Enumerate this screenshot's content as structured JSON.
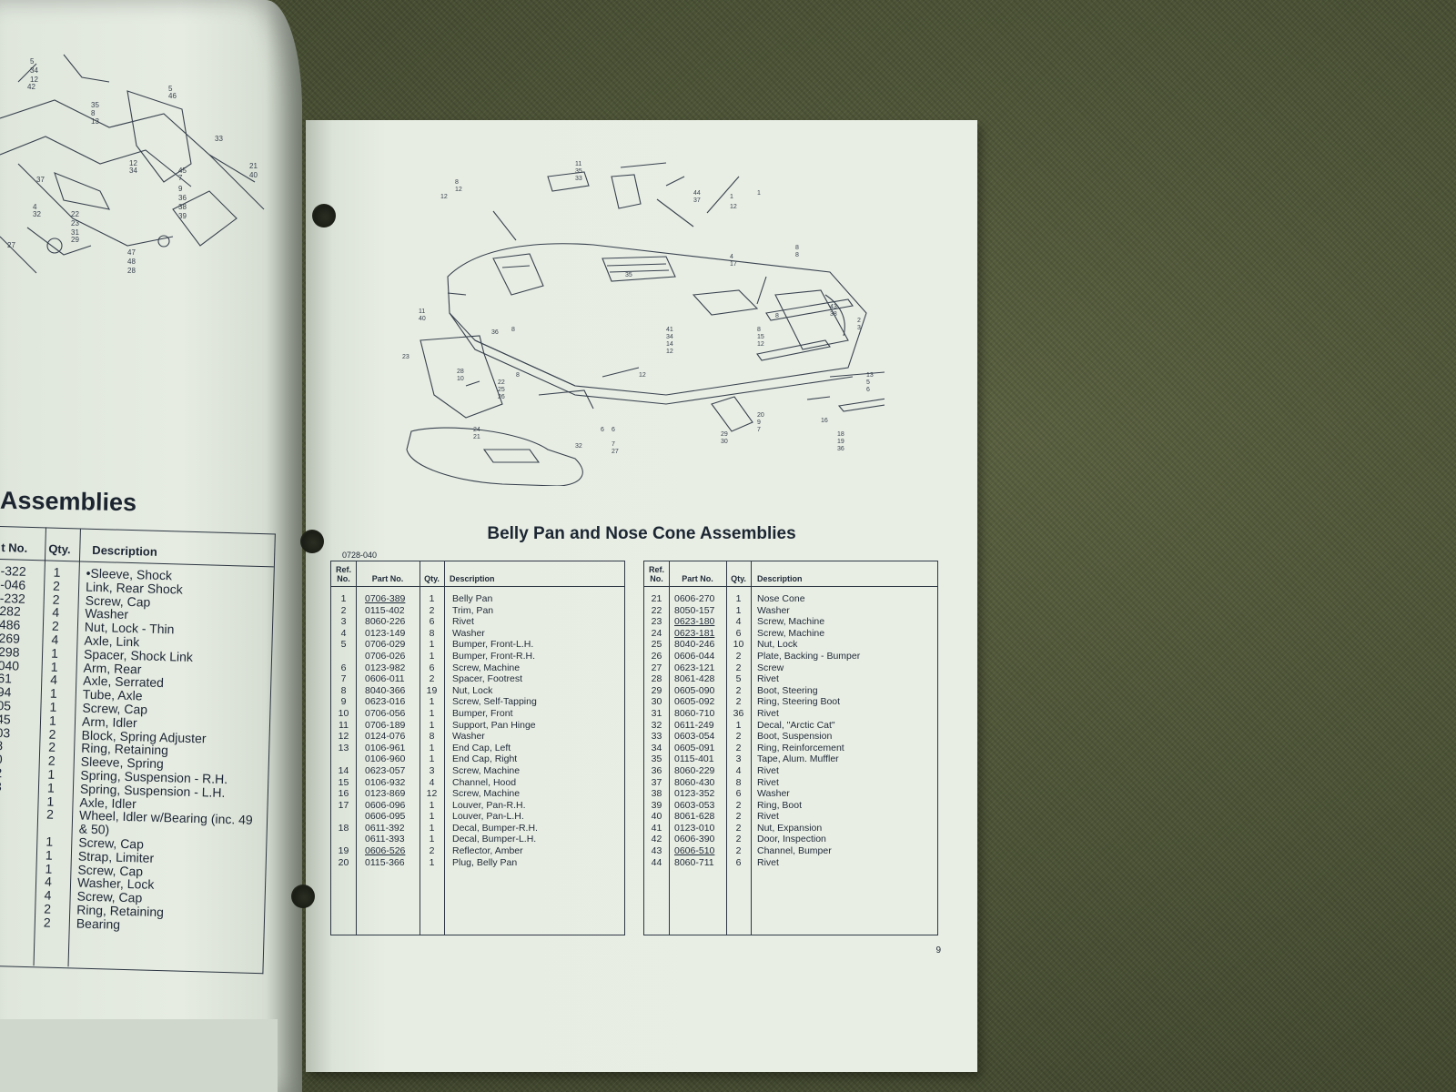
{
  "left_page": {
    "heading": "Assemblies",
    "headers": {
      "part_no": "t No.",
      "qty": "Qty.",
      "description": "Description"
    },
    "rows": [
      {
        "part": "-322",
        "qty": "1",
        "desc": "•Sleeve, Shock"
      },
      {
        "part": "-046",
        "qty": "2",
        "desc": "Link, Rear Shock"
      },
      {
        "part": "-232",
        "qty": "2",
        "desc": "Screw, Cap"
      },
      {
        "part": "282",
        "qty": "4",
        "desc": "Washer"
      },
      {
        "part": "486",
        "qty": "2",
        "desc": "Nut, Lock - Thin"
      },
      {
        "part": "269",
        "qty": "4",
        "desc": "Axle, Link"
      },
      {
        "part": "298",
        "qty": "1",
        "desc": "Spacer, Shock Link"
      },
      {
        "part": "040",
        "qty": "1",
        "desc": "Arm, Rear"
      },
      {
        "part": "61",
        "qty": "4",
        "desc": "Axle, Serrated"
      },
      {
        "part": "94",
        "qty": "1",
        "desc": "Tube, Axle"
      },
      {
        "part": "05",
        "qty": "1",
        "desc": "Screw, Cap"
      },
      {
        "part": "45",
        "qty": "1",
        "desc": "Arm, Idler"
      },
      {
        "part": "03",
        "qty": "2",
        "desc": "Block, Spring Adjuster"
      },
      {
        "part": "8",
        "qty": "2",
        "desc": "Ring, Retaining"
      },
      {
        "part": "0",
        "qty": "2",
        "desc": "Sleeve, Spring"
      },
      {
        "part": "2",
        "qty": "1",
        "desc": "Spring, Suspension - R.H."
      },
      {
        "part": "3",
        "qty": "1",
        "desc": "Spring, Suspension - L.H."
      },
      {
        "part": "",
        "qty": "1",
        "desc": "Axle, Idler"
      },
      {
        "part": "",
        "qty": "2",
        "desc": "Wheel, Idler w/Bearing (inc. 49"
      },
      {
        "part": "",
        "qty": "",
        "desc": "& 50)"
      },
      {
        "part": "",
        "qty": "1",
        "desc": "Screw, Cap"
      },
      {
        "part": "",
        "qty": "1",
        "desc": "Strap, Limiter"
      },
      {
        "part": "",
        "qty": "1",
        "desc": "Screw, Cap"
      },
      {
        "part": "",
        "qty": "4",
        "desc": "Washer, Lock"
      },
      {
        "part": "",
        "qty": "4",
        "desc": "Screw, Cap"
      },
      {
        "part": "",
        "qty": "2",
        "desc": "Ring, Retaining"
      },
      {
        "part": "",
        "qty": "2",
        "desc": "Bearing"
      }
    ]
  },
  "right_page": {
    "title": "Belly Pan and Nose Cone Assemblies",
    "diagram_code": "0728-040",
    "page_number": "9",
    "headers": {
      "ref": "Ref. No.",
      "part_no": "Part No.",
      "qty": "Qty.",
      "description": "Description"
    },
    "table_left": [
      {
        "ref": "1",
        "part": "0706-389",
        "underline": true,
        "qty": "1",
        "desc": "Belly Pan"
      },
      {
        "ref": "2",
        "part": "0115-402",
        "underline": false,
        "qty": "2",
        "desc": "Trim, Pan"
      },
      {
        "ref": "3",
        "part": "8060-226",
        "underline": false,
        "qty": "6",
        "desc": "Rivet"
      },
      {
        "ref": "4",
        "part": "0123-149",
        "underline": false,
        "qty": "8",
        "desc": "Washer"
      },
      {
        "ref": "5",
        "part": "0706-029",
        "underline": false,
        "qty": "1",
        "desc": "Bumper, Front-L.H."
      },
      {
        "ref": "",
        "part": "0706-026",
        "underline": false,
        "qty": "1",
        "desc": "Bumper, Front-R.H."
      },
      {
        "ref": "6",
        "part": "0123-982",
        "underline": false,
        "qty": "6",
        "desc": "Screw, Machine"
      },
      {
        "ref": "7",
        "part": "0606-011",
        "underline": false,
        "qty": "2",
        "desc": "Spacer, Footrest"
      },
      {
        "ref": "8",
        "part": "8040-366",
        "underline": false,
        "qty": "19",
        "desc": "Nut, Lock"
      },
      {
        "ref": "9",
        "part": "0623-016",
        "underline": false,
        "qty": "1",
        "desc": "Screw, Self-Tapping"
      },
      {
        "ref": "10",
        "part": "0706-056",
        "underline": false,
        "qty": "1",
        "desc": "Bumper, Front"
      },
      {
        "ref": "11",
        "part": "0706-189",
        "underline": false,
        "qty": "1",
        "desc": "Support, Pan Hinge"
      },
      {
        "ref": "12",
        "part": "0124-076",
        "underline": false,
        "qty": "8",
        "desc": "Washer"
      },
      {
        "ref": "13",
        "part": "0106-961",
        "underline": false,
        "qty": "1",
        "desc": "End Cap, Left"
      },
      {
        "ref": "",
        "part": "0106-960",
        "underline": false,
        "qty": "1",
        "desc": "End Cap, Right"
      },
      {
        "ref": "14",
        "part": "0623-057",
        "underline": false,
        "qty": "3",
        "desc": "Screw, Machine"
      },
      {
        "ref": "15",
        "part": "0106-932",
        "underline": false,
        "qty": "4",
        "desc": "Channel, Hood"
      },
      {
        "ref": "16",
        "part": "0123-869",
        "underline": false,
        "qty": "12",
        "desc": "Screw, Machine"
      },
      {
        "ref": "17",
        "part": "0606-096",
        "underline": false,
        "qty": "1",
        "desc": "Louver, Pan-R.H."
      },
      {
        "ref": "",
        "part": "0606-095",
        "underline": false,
        "qty": "1",
        "desc": "Louver, Pan-L.H."
      },
      {
        "ref": "18",
        "part": "0611-392",
        "underline": false,
        "qty": "1",
        "desc": "Decal, Bumper-R.H."
      },
      {
        "ref": "",
        "part": "0611-393",
        "underline": false,
        "qty": "1",
        "desc": "Decal, Bumper-L.H."
      },
      {
        "ref": "19",
        "part": "0606-526",
        "underline": true,
        "qty": "2",
        "desc": "Reflector, Amber"
      },
      {
        "ref": "20",
        "part": "0115-366",
        "underline": false,
        "qty": "1",
        "desc": "Plug, Belly Pan"
      }
    ],
    "table_right": [
      {
        "ref": "21",
        "part": "0606-270",
        "underline": false,
        "qty": "1",
        "desc": "Nose Cone"
      },
      {
        "ref": "22",
        "part": "8050-157",
        "underline": false,
        "qty": "1",
        "desc": "Washer"
      },
      {
        "ref": "23",
        "part": "0623-180",
        "underline": true,
        "qty": "4",
        "desc": "Screw, Machine"
      },
      {
        "ref": "24",
        "part": "0623-181",
        "underline": true,
        "qty": "6",
        "desc": "Screw, Machine"
      },
      {
        "ref": "25",
        "part": "8040-246",
        "underline": false,
        "qty": "10",
        "desc": "Nut, Lock"
      },
      {
        "ref": "26",
        "part": "0606-044",
        "underline": false,
        "qty": "2",
        "desc": "Plate, Backing - Bumper"
      },
      {
        "ref": "27",
        "part": "0623-121",
        "underline": false,
        "qty": "2",
        "desc": "Screw"
      },
      {
        "ref": "28",
        "part": "8061-428",
        "underline": false,
        "qty": "5",
        "desc": "Rivet"
      },
      {
        "ref": "29",
        "part": "0605-090",
        "underline": false,
        "qty": "2",
        "desc": "Boot, Steering"
      },
      {
        "ref": "30",
        "part": "0605-092",
        "underline": false,
        "qty": "2",
        "desc": "Ring, Steering Boot"
      },
      {
        "ref": "31",
        "part": "8060-710",
        "underline": false,
        "qty": "36",
        "desc": "Rivet"
      },
      {
        "ref": "32",
        "part": "0611-249",
        "underline": false,
        "qty": "1",
        "desc": "Decal, \"Arctic Cat\""
      },
      {
        "ref": "33",
        "part": "0603-054",
        "underline": false,
        "qty": "2",
        "desc": "Boot, Suspension"
      },
      {
        "ref": "34",
        "part": "0605-091",
        "underline": false,
        "qty": "2",
        "desc": "Ring, Reinforcement"
      },
      {
        "ref": "35",
        "part": "0115-401",
        "underline": false,
        "qty": "3",
        "desc": "Tape, Alum. Muffler"
      },
      {
        "ref": "36",
        "part": "8060-229",
        "underline": false,
        "qty": "4",
        "desc": "Rivet"
      },
      {
        "ref": "37",
        "part": "8060-430",
        "underline": false,
        "qty": "8",
        "desc": "Rivet"
      },
      {
        "ref": "38",
        "part": "0123-352",
        "underline": false,
        "qty": "6",
        "desc": "Washer"
      },
      {
        "ref": "39",
        "part": "0603-053",
        "underline": false,
        "qty": "2",
        "desc": "Ring, Boot"
      },
      {
        "ref": "40",
        "part": "8061-628",
        "underline": false,
        "qty": "2",
        "desc": "Rivet"
      },
      {
        "ref": "41",
        "part": "0123-010",
        "underline": false,
        "qty": "2",
        "desc": "Nut, Expansion"
      },
      {
        "ref": "42",
        "part": "0606-390",
        "underline": false,
        "qty": "2",
        "desc": "Door, Inspection"
      },
      {
        "ref": "43",
        "part": "0606-510",
        "underline": true,
        "qty": "2",
        "desc": "Channel, Bumper"
      },
      {
        "ref": "44",
        "part": "8060-711",
        "underline": false,
        "qty": "6",
        "desc": "Rivet"
      }
    ]
  }
}
